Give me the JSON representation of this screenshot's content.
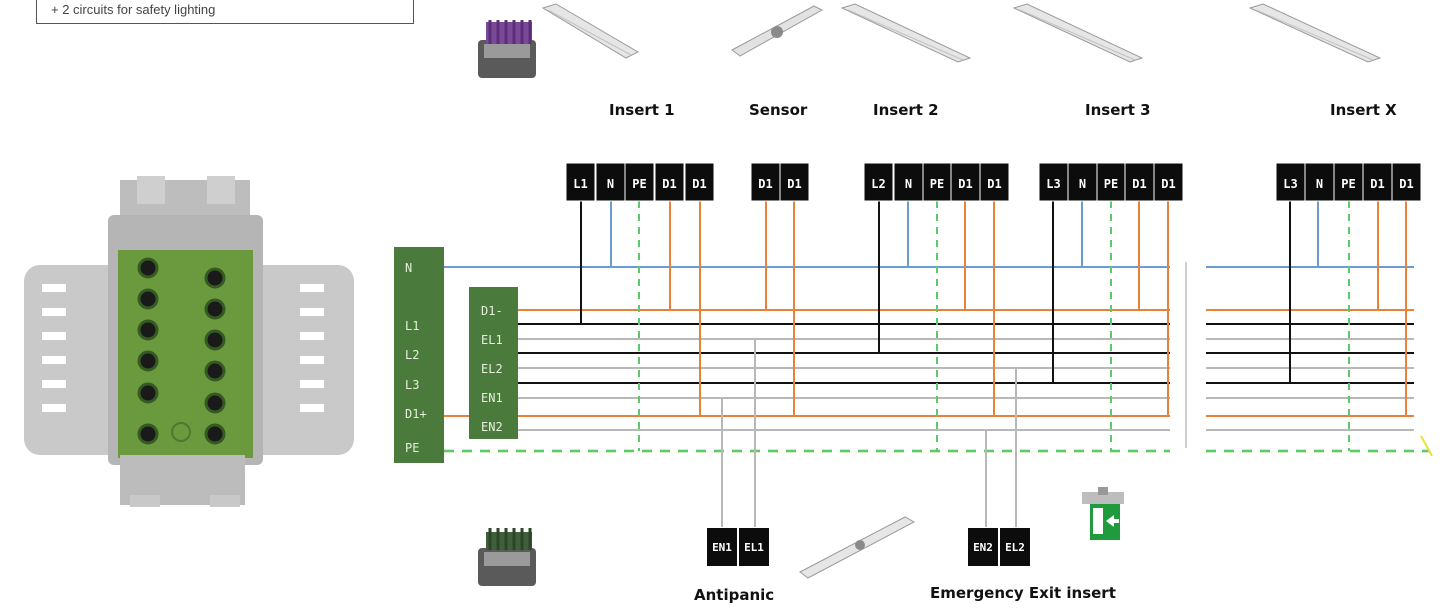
{
  "note": {
    "text": "+ 2 circuits for safety lighting"
  },
  "inserts": [
    {
      "label": "Insert 1",
      "terminals": [
        "L1",
        "N",
        "PE",
        "D1",
        "D1"
      ]
    },
    {
      "label": "Sensor",
      "terminals": [
        "D1",
        "D1"
      ]
    },
    {
      "label": "Insert 2",
      "terminals": [
        "L2",
        "N",
        "PE",
        "D1",
        "D1"
      ]
    },
    {
      "label": "Insert 3",
      "terminals": [
        "L3",
        "N",
        "PE",
        "D1",
        "D1"
      ]
    },
    {
      "label": "Insert X",
      "terminals": [
        "L3",
        "N",
        "PE",
        "D1",
        "D1"
      ]
    }
  ],
  "bus_left_labels": [
    "N",
    "L1",
    "L2",
    "L3",
    "D1+",
    "PE"
  ],
  "bus_right_labels": [
    "D1-",
    "EL1",
    "EL2",
    "EN1",
    "EN2"
  ],
  "bottom": {
    "antipanic": {
      "label": "Antipanic",
      "terminals": [
        "EN1",
        "EL1"
      ]
    },
    "emergency": {
      "label": "Emergency Exit insert",
      "terminals": [
        "EN2",
        "EL2"
      ]
    }
  },
  "wire_colors": {
    "neutral": "#6c9bd2",
    "phase": "#111111",
    "dali": "#e8823a",
    "emergency": "#b8b8b8",
    "pe_green": "#5cc96a",
    "pe_yellow": "#e8e23a"
  },
  "icons": [
    "dali-module-icon",
    "linear-luminaire-icon",
    "sensor-luminaire-icon",
    "emergency-module-icon",
    "exit-sign-icon",
    "terminal-block-icon"
  ]
}
